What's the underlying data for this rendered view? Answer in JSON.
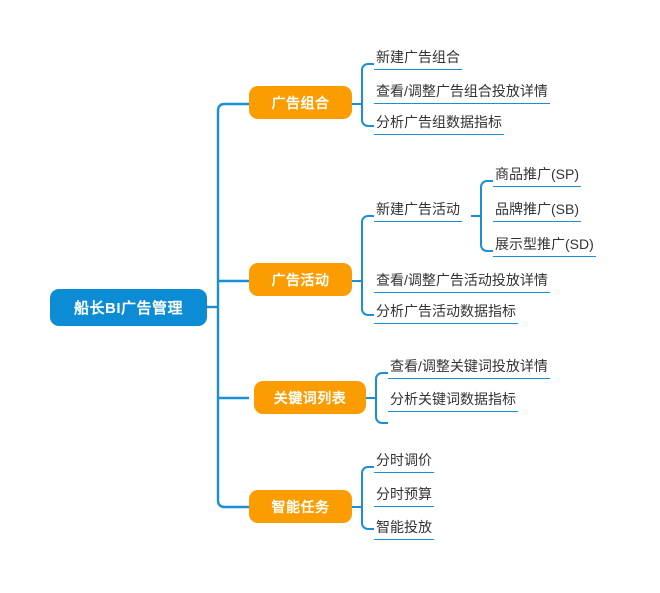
{
  "diagram": {
    "type": "mindmap",
    "orientation": "left-to-right",
    "colors": {
      "root_fill": "#0d8cd6",
      "branch_fill": "#fb9c00",
      "connector": "#1a8fd8",
      "leaf_text": "#333333",
      "node_text": "#ffffff",
      "background": "#ffffff"
    },
    "root": {
      "label": "船长BI广告管理"
    },
    "branches": [
      {
        "label": "广告组合",
        "children": [
          {
            "label": "新建广告组合"
          },
          {
            "label": "查看/调整广告组合投放详情"
          },
          {
            "label": "分析广告组数据指标"
          }
        ]
      },
      {
        "label": "广告活动",
        "children": [
          {
            "label": "新建广告活动",
            "children": [
              {
                "label": "商品推广(SP)"
              },
              {
                "label": "品牌推广(SB)"
              },
              {
                "label": "展示型推广(SD)"
              }
            ]
          },
          {
            "label": "查看/调整广告活动投放详情"
          },
          {
            "label": "分析广告活动数据指标"
          }
        ]
      },
      {
        "label": "关键词列表",
        "children": [
          {
            "label": "查看/调整关键词投放详情"
          },
          {
            "label": "分析关键词数据指标"
          }
        ]
      },
      {
        "label": "智能任务",
        "children": [
          {
            "label": "分时调价"
          },
          {
            "label": "分时预算"
          },
          {
            "label": "智能投放"
          }
        ]
      }
    ]
  }
}
